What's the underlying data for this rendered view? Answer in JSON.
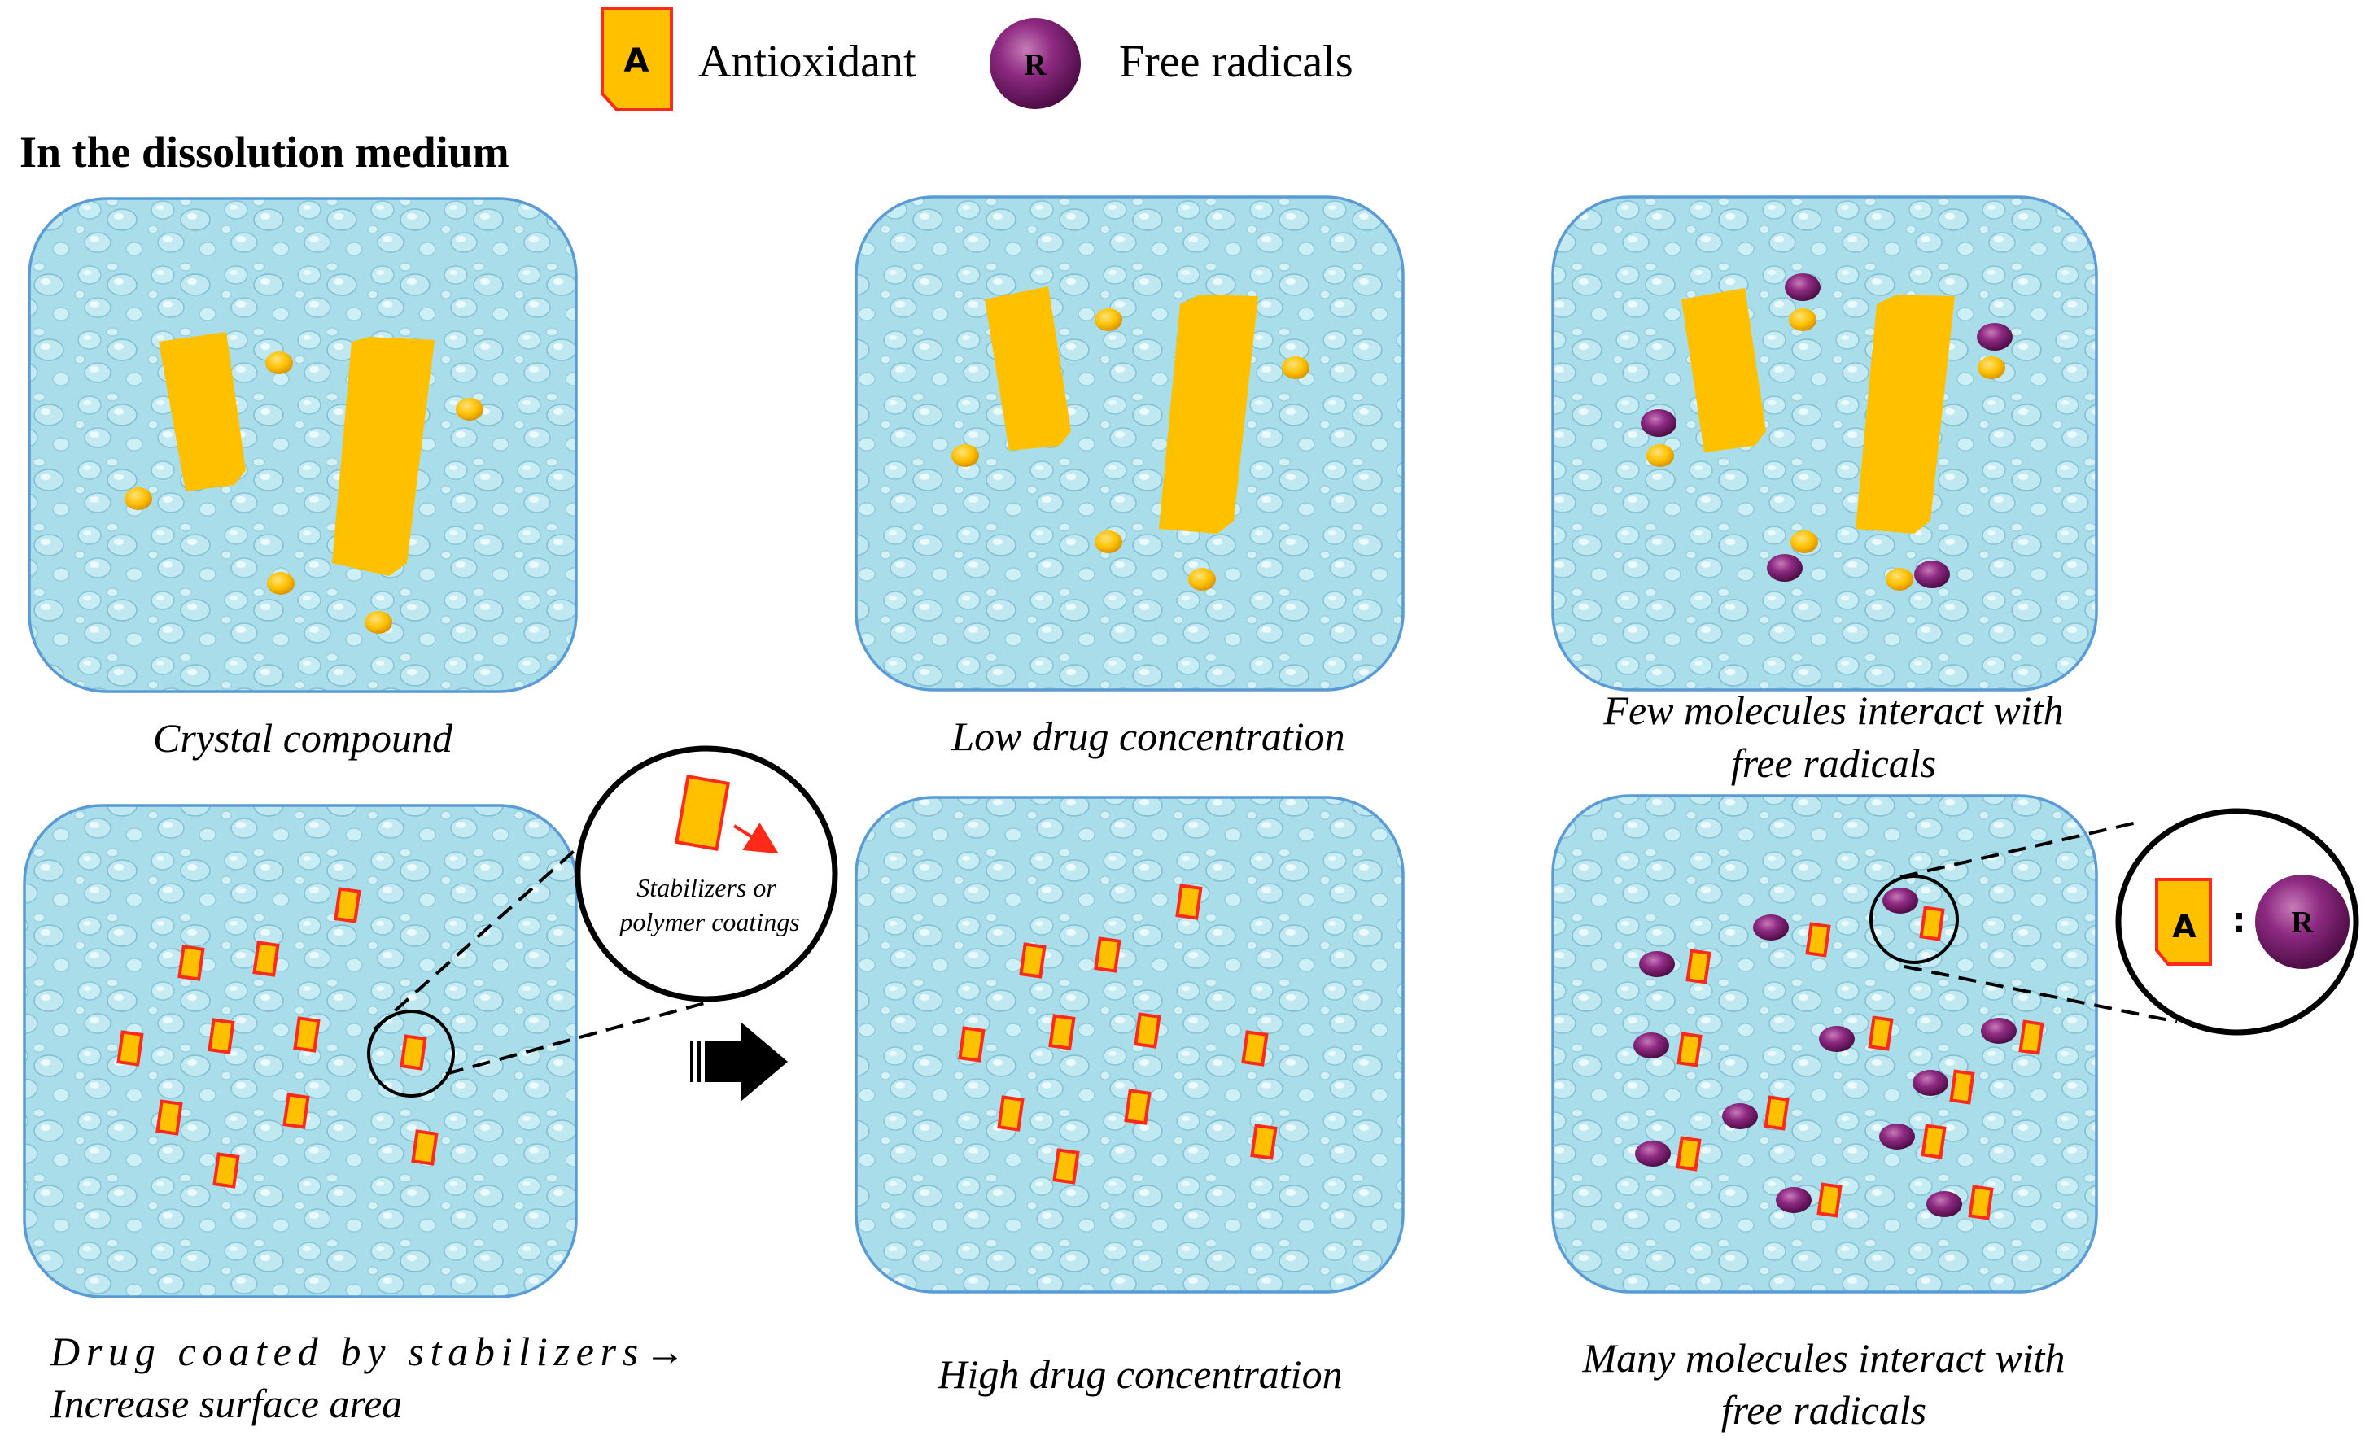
{
  "legend": {
    "antioxidant_symbol": "A",
    "antioxidant_label": "Antioxidant",
    "radical_symbol": "R",
    "radical_label": "Free radicals"
  },
  "section_title": "In the dissolution medium",
  "panels": {
    "top_left_caption": "Crystal compound",
    "top_middle_caption": "Low drug concentration",
    "top_right_caption_line1": "Few molecules interact with",
    "top_right_caption_line2": "free radicals",
    "bottom_left_caption_line1": "Drug coated by stabilizers→",
    "bottom_left_caption_line2": "Increase surface area",
    "bottom_middle_caption": "High drug concentration",
    "bottom_right_caption_line1": "Many molecules interact with",
    "bottom_right_caption_line2": "free radicals"
  },
  "zoom_left": {
    "label_line1": "Stabilizers or",
    "label_line2": "polymer coatings"
  },
  "zoom_right": {
    "antioxidant_symbol": "A",
    "separator": ":",
    "radical_symbol": "R"
  },
  "colors": {
    "water": "#a9dde9",
    "water_border": "#5b9bd5",
    "drug": "#ffc000",
    "coating": "#ff2a1a",
    "radical": "#7a1a6a",
    "arrow": "#000000"
  }
}
